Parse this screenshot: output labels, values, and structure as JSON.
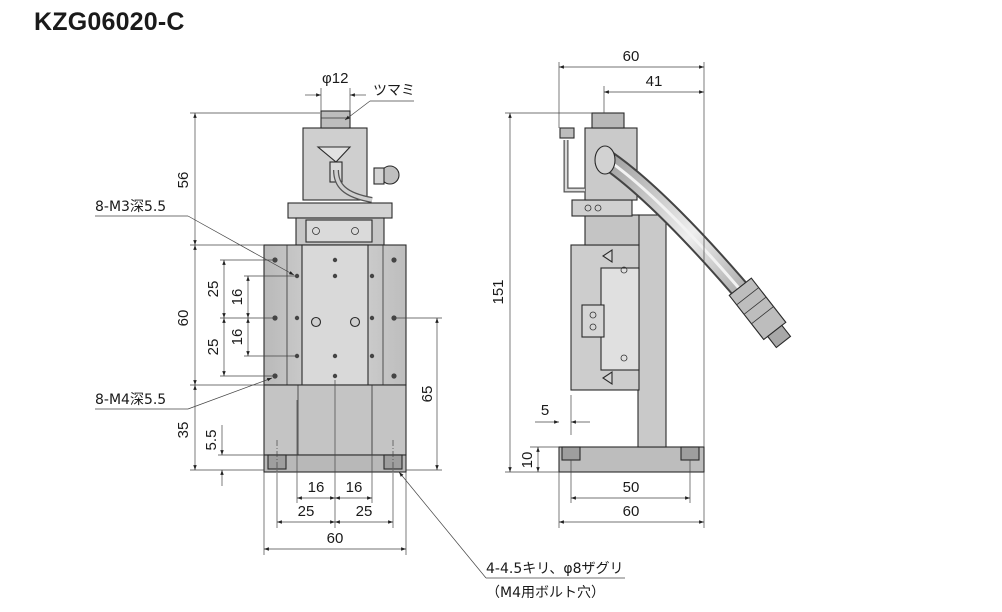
{
  "title": "KZG06020-C",
  "front_view": {
    "top_dims": {
      "knob_diameter": "φ12",
      "knob_label": "ツマミ"
    },
    "left_dims": {
      "upper_height": "56",
      "stage_height": "60",
      "hole_pitch_a": "25",
      "hole_pitch_b": "25",
      "hole_pitch_c": "16",
      "hole_pitch_d": "16",
      "lower_height": "35",
      "base_thickness": "5.5"
    },
    "right_dims": {
      "center_height": "65"
    },
    "bottom_dims": {
      "pitch_left_16": "16",
      "pitch_right_16": "16",
      "pitch_left_25": "25",
      "pitch_right_25": "25",
      "width": "60"
    },
    "callouts": {
      "m3_holes": "8-M3深5.5",
      "m4_holes": "8-M4深5.5",
      "mount_line1": "4-4.5キリ、φ8ザグリ",
      "mount_line2": "（M4用ボルト穴）"
    }
  },
  "side_view": {
    "top_dims": {
      "total_width": "60",
      "knob_offset": "41"
    },
    "left_dims": {
      "total_height": "151",
      "offset_5": "5",
      "base_height": "10"
    },
    "bottom_dims": {
      "hole_pitch": "50",
      "width": "60"
    }
  }
}
